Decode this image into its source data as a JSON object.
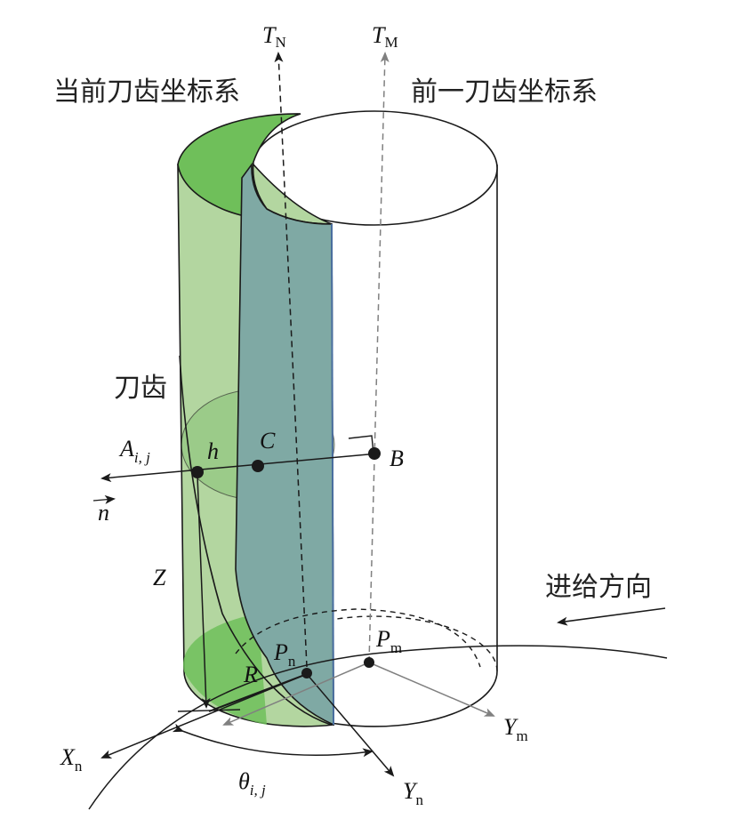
{
  "labels": {
    "current_system": "当前刀齿坐标系",
    "previous_system": "前一刀齿坐标系",
    "tooth": "刀齿",
    "feed_direction": "进给方向",
    "TN": {
      "main": "T",
      "sub": "N"
    },
    "TM": {
      "main": "T",
      "sub": "M"
    },
    "A": {
      "main": "A",
      "sub": "i, j"
    },
    "h": "h",
    "C": "C",
    "B": "B",
    "n": "n",
    "Z": "Z",
    "R": "R",
    "Pn": {
      "main": "P",
      "sub": "n"
    },
    "Pm": {
      "main": "P",
      "sub": "m"
    },
    "Xn": {
      "main": "X",
      "sub": "n"
    },
    "Yn": {
      "main": "Y",
      "sub": "n"
    },
    "Ym": {
      "main": "Y",
      "sub": "m"
    },
    "theta": {
      "main": "θ",
      "sub": "i, j"
    }
  },
  "colors": {
    "cylinder_light_green": "#b3d6a0",
    "cylinder_green": "#6fbf5a",
    "blade_teal": "#7fa9a4",
    "stroke": "#1a1a1a",
    "gray_axis": "#808080"
  }
}
